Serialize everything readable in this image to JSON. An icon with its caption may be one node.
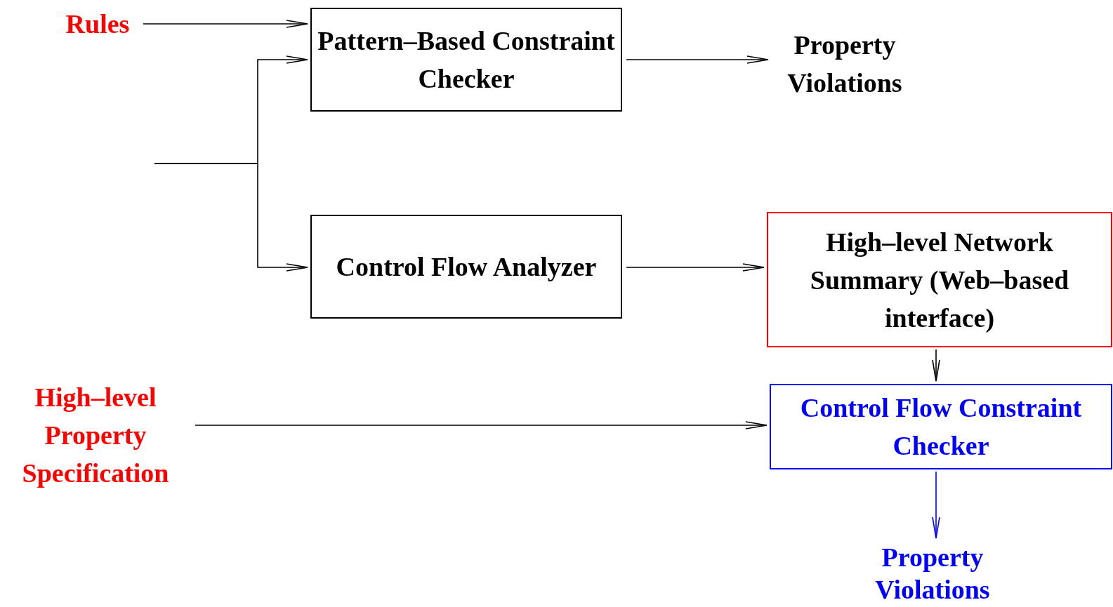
{
  "diagram": {
    "nodes": [
      {
        "text": [
          "Rules"
        ]
      },
      {
        "text": [
          "Pattern–Based Constraint Checker"
        ]
      },
      {
        "text": [
          "Property Violations"
        ]
      },
      {
        "text": [
          "Control Flow Analyzer"
        ]
      },
      {
        "text": [
          "High–level Network Summary (Web–based interface)"
        ]
      },
      {
        "text": [
          "High–level Property Specification"
        ]
      },
      {
        "text": [
          "Control Flow Constraint Checker"
        ]
      },
      {
        "text": [
          "Property Violations"
        ]
      }
    ],
    "edges": [
      {
        "from": 0,
        "to": 1,
        "arrow": "to"
      },
      {
        "from": null,
        "to": 1,
        "arrow": "to"
      },
      {
        "from": null,
        "to": 3,
        "arrow": "to"
      },
      {
        "from": 1,
        "to": 2,
        "arrow": "to"
      },
      {
        "from": 3,
        "to": 4,
        "arrow": "to"
      },
      {
        "from": 4,
        "to": 6,
        "arrow": "to"
      },
      {
        "from": 5,
        "to": 6,
        "arrow": "to"
      },
      {
        "from": 6,
        "to": 7,
        "arrow": "to",
        "color": "#0000ff"
      }
    ]
  }
}
